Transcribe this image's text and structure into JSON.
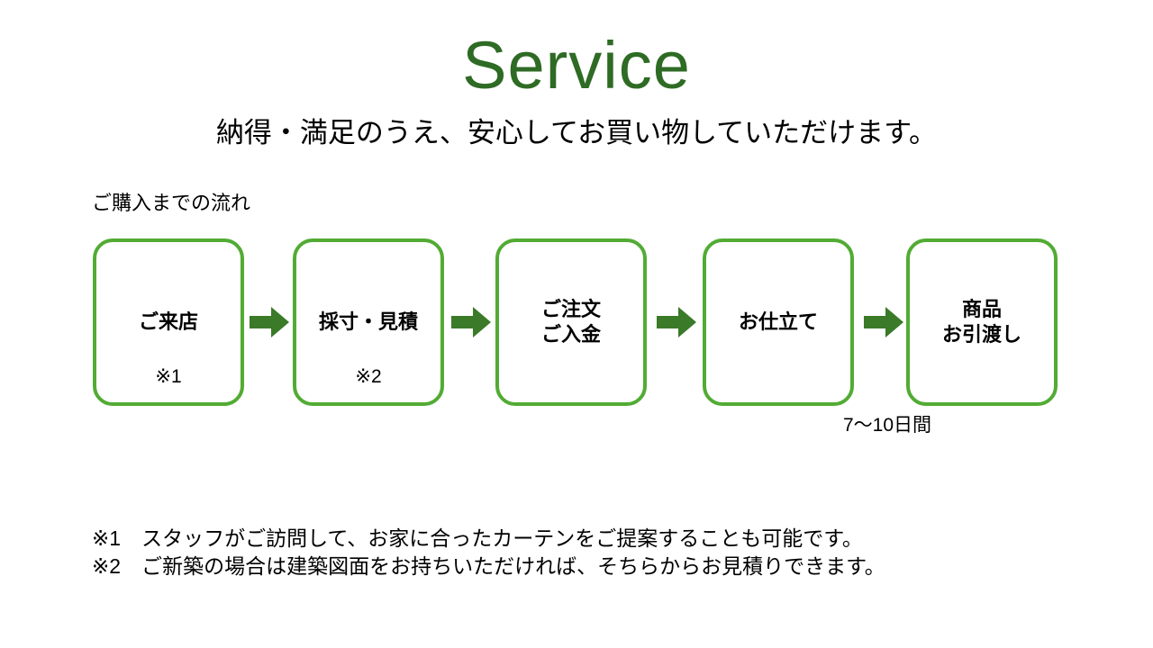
{
  "page": {
    "background_color": "#ffffff",
    "title": "Service",
    "title_color": "#2e6b24",
    "subtitle": "納得・満足のうえ、安心してお買い物していただけます。"
  },
  "flow": {
    "label": "ご購入までの流れ",
    "box_border_color": "#52ab34",
    "arrow_color": "#3a7a28",
    "arrow_icon": "arrow-right-icon",
    "steps": [
      {
        "label": "ご来店",
        "note": "※1"
      },
      {
        "label": "採寸・見積",
        "note": "※2"
      },
      {
        "label": "ご注文\nご入金",
        "note": ""
      },
      {
        "label": "お仕立て",
        "note": ""
      },
      {
        "label": "商品\nお引渡し",
        "note": ""
      }
    ],
    "duration_note": "7〜10日間"
  },
  "footnotes": [
    "※1　スタッフがご訪問して、お家に合ったカーテンをご提案することも可能です。",
    "※2　ご新築の場合は建築図面をお持ちいただければ、そちらからお見積りできます。"
  ]
}
